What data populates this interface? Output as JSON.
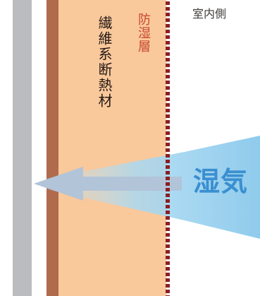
{
  "labels": {
    "insulation": "繊維系断熱材",
    "vapor_barrier": "防湿層",
    "interior_side": "室内側",
    "moisture": "湿気"
  },
  "colors": {
    "outer_board": "#babcbe",
    "insulation_fill": "#f9c89b",
    "stud": "#b06a4c",
    "vapor_barrier_dots": "#8b1f24",
    "moisture_cone": "#9fd3ef",
    "moisture_arrow": "#b2c4d8",
    "insulation_text": "#231815",
    "vapor_barrier_text": "#c8482f",
    "moisture_text": "#3a8fd0",
    "interior_text": "#3e3a39"
  }
}
